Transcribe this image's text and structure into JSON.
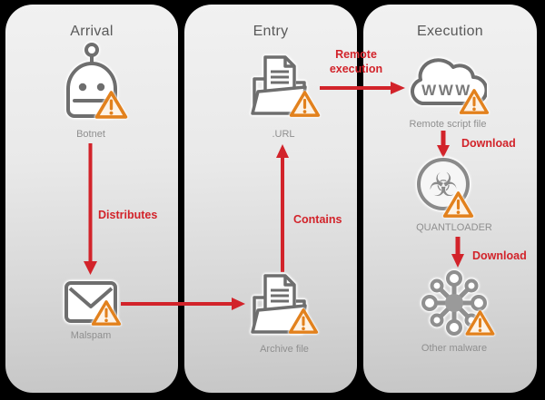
{
  "diagram": {
    "panels": [
      {
        "title": "Arrival"
      },
      {
        "title": "Entry"
      },
      {
        "title": "Execution"
      }
    ],
    "nodes": {
      "botnet": {
        "label": "Botnet"
      },
      "malspam": {
        "label": "Malspam"
      },
      "url": {
        "label": ".URL"
      },
      "archive": {
        "label": "Archive file"
      },
      "remote_script": {
        "label": "Remote script file"
      },
      "quantloader": {
        "label": "QUANTLOADER"
      },
      "other_malware": {
        "label": "Other malware"
      }
    },
    "arrows": {
      "distributes": {
        "label": "Distributes",
        "from": "Botnet",
        "to": "Malspam"
      },
      "malspam_archive": {
        "label": "",
        "from": "Malspam",
        "to": "Archive file"
      },
      "contains": {
        "label": "Contains",
        "from": "Archive file",
        "to": ".URL"
      },
      "remote_execution": {
        "label": "Remote execution",
        "from": ".URL",
        "to": "Remote script file"
      },
      "download_1": {
        "label": "Download",
        "from": "Remote script file",
        "to": "QUANTLOADER"
      },
      "download_2": {
        "label": "Download",
        "from": "QUANTLOADER",
        "to": "Other malware"
      }
    },
    "cloud_text": "WWW",
    "colors": {
      "arrow_red": "#d2232a",
      "warning_orange": "#e2811d",
      "icon_stroke": "#6e6e6e",
      "label_gray": "#8f8f8f",
      "title_gray": "#595959",
      "background": "#000000"
    }
  }
}
